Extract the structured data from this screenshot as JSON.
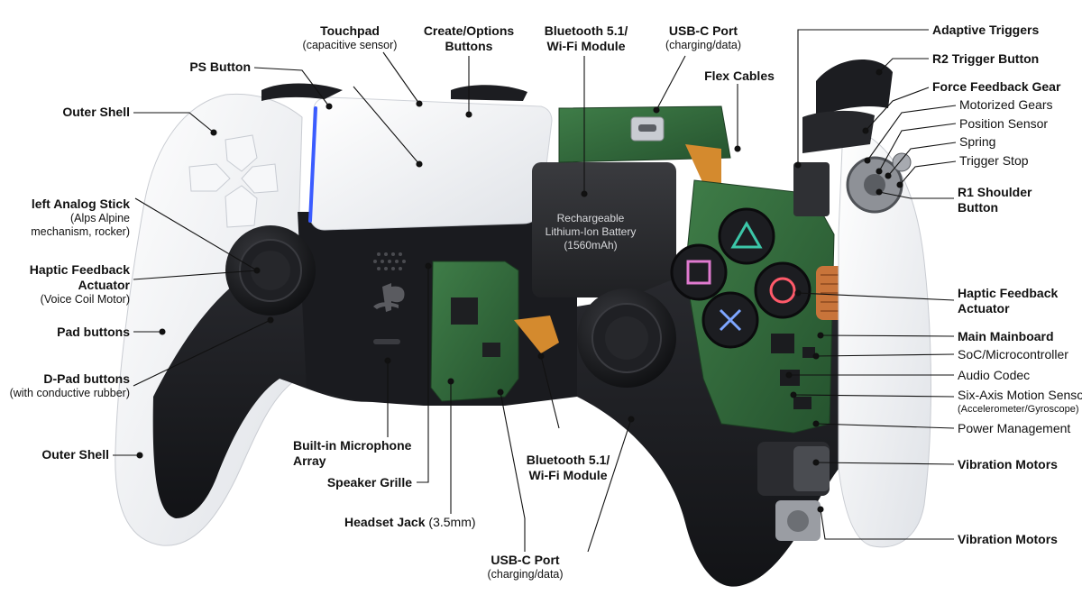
{
  "battery_text": [
    "Rechargeable",
    "Lithium-Ion Battery",
    "(1560mAh)"
  ],
  "labels": {
    "touchpad": {
      "title": "Touchpad",
      "sub": "(capacitive sensor)"
    },
    "create_options": {
      "title": "Create/Options",
      "title2": "Buttons"
    },
    "bt_top": {
      "title": "Bluetooth 5.1/",
      "title2": "Wi-Fi Module"
    },
    "usbc_top": {
      "title": "USB-C Port",
      "sub": "(charging/data)"
    },
    "flex": {
      "title": "Flex Cables"
    },
    "ps": {
      "title": "PS Button"
    },
    "outer_shell_1": {
      "title": "Outer Shell"
    },
    "left_stick": {
      "title": "left Analog Stick",
      "sub": "(Alps Alpine",
      "sub2": "mechanism, rocker)"
    },
    "haptic_left": {
      "title": "Haptic Feedback",
      "title2": "Actuator",
      "sub": "(Voice Coil Motor)"
    },
    "pad_buttons": {
      "title": "Pad buttons"
    },
    "dpad": {
      "title": "D-Pad buttons",
      "sub": "(with conductive rubber)"
    },
    "outer_shell_2": {
      "title": "Outer Shell"
    },
    "mic": {
      "title": "Built-in Microphone",
      "title2": "Array"
    },
    "speaker": {
      "title": "Speaker Grille"
    },
    "headset": {
      "title": "Headset Jack",
      "sub": "(3.5mm)"
    },
    "usbc_bottom": {
      "title": "USB-C Port",
      "sub": "(charging/data)"
    },
    "bt_bottom": {
      "title": "Bluetooth 5.1/",
      "title2": "Wi-Fi Module"
    },
    "adaptive": {
      "title": "Adaptive Triggers"
    },
    "r2": {
      "title": "R2 Trigger Button"
    },
    "ffgear": {
      "title": "Force Feedback Gear"
    },
    "motor_gears": {
      "title": "Motorized Gears"
    },
    "pos_sensor": {
      "title": "Position Sensor"
    },
    "spring": {
      "title": "Spring"
    },
    "trigger_stop": {
      "title": "Trigger Stop"
    },
    "r1": {
      "title": "R1 Shoulder",
      "title2": "Button"
    },
    "haptic_right": {
      "title": "Haptic Feedback",
      "title2": "Actuator"
    },
    "mainboard": {
      "title": "Main Mainboard"
    },
    "soc": {
      "title": "SoC/Microcontroller"
    },
    "audio": {
      "title": "Audio Codec"
    },
    "sixaxis": {
      "title": "Six-Axis Motion Sensor",
      "sub": "(Accelerometer/Gyroscope)"
    },
    "power": {
      "title": "Power Management"
    },
    "vib1": {
      "title": "Vibration Motors"
    },
    "vib2": {
      "title": "Vibration Motors"
    }
  },
  "colors": {
    "shell_white": "#f2f3f5",
    "shell_black": "#1b1c20",
    "pcb_green": "#2f6a3a",
    "battery": "#2a2b2e",
    "touchpad_glow": "#3b5cff",
    "copper": "#c8743a",
    "triangle": "#3cc6a8",
    "circle": "#ff5a6a",
    "cross": "#7ea6ff",
    "square": "#e07ad0"
  }
}
